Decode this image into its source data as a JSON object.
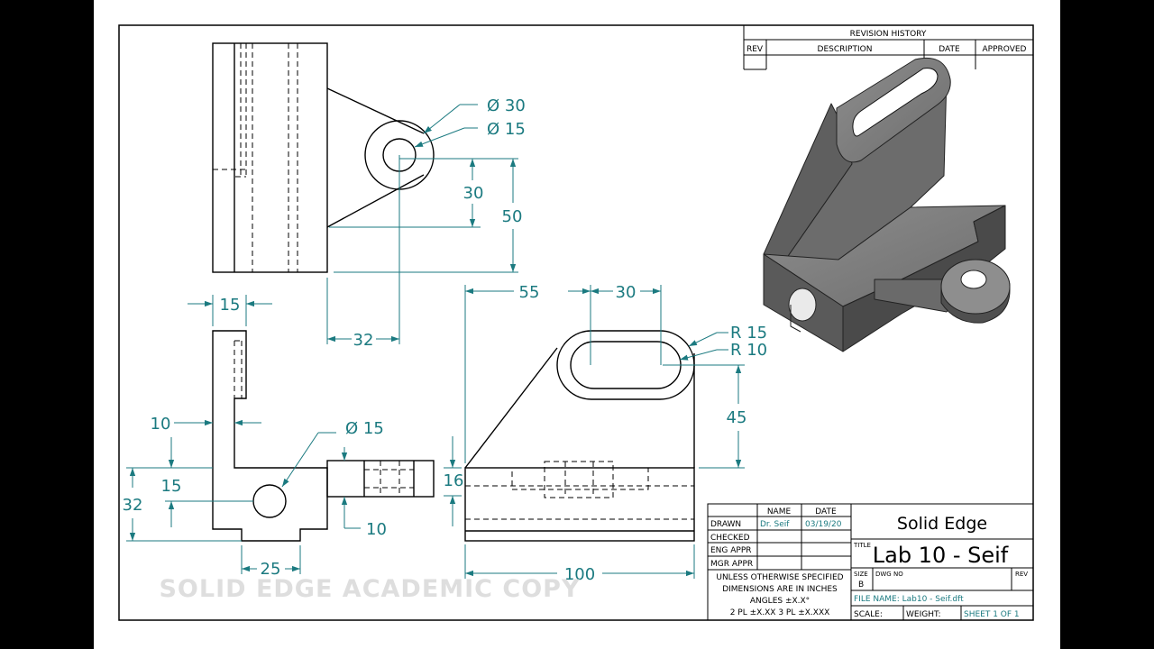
{
  "revision_block": {
    "title": "REVISION HISTORY",
    "col_rev": "REV",
    "col_description": "DESCRIPTION",
    "col_date": "DATE",
    "col_approved": "APPROVED"
  },
  "dimensions": {
    "top_outer_dia": "Ø 30",
    "top_inner_dia": "Ø 15",
    "top_height_30": "30",
    "top_height_50": "50",
    "top_offset_32": "32",
    "side_width_15": "15",
    "side_wall_10": "10",
    "side_height_15": "15",
    "side_height_32": "32",
    "side_hole_dia": "Ø 15",
    "side_boss_10": "10",
    "side_width_25": "25",
    "front_55": "55",
    "front_30": "30",
    "front_r15": "R 15",
    "front_r10": "R 10",
    "front_45": "45",
    "front_16": "16",
    "front_100": "100"
  },
  "title_block": {
    "col_name": "NAME",
    "col_date": "DATE",
    "row_drawn": "DRAWN",
    "drawn_name": "Dr. Seif",
    "drawn_date": "03/19/20",
    "row_checked": "CHECKED",
    "row_eng_appr": "ENG APPR",
    "row_mgr_appr": "MGR APPR",
    "tolerance_line1": "UNLESS OTHERWISE SPECIFIED",
    "tolerance_line2": "DIMENSIONS ARE IN INCHES",
    "tolerance_line3": "ANGLES ±X.X°",
    "tolerance_line4": "2 PL ±X.XX 3 PL ±X.XXX",
    "company": "Solid Edge",
    "title_label": "TITLE",
    "title": "Lab 10 - Seif",
    "size_label": "SIZE",
    "size_value": "B",
    "dwg_no_label": "DWG NO",
    "rev_label": "REV",
    "file_name": "FILE NAME: Lab10 - Seif.dft",
    "scale_label": "SCALE:",
    "weight_label": "WEIGHT:",
    "sheet_label": "SHEET 1 OF 1"
  },
  "watermark": "SOLID EDGE ACADEMIC COPY",
  "colors": {
    "dimension": "#1b7a80",
    "geometry": "#000000",
    "background_side": "#000000",
    "paper": "#ffffff"
  }
}
